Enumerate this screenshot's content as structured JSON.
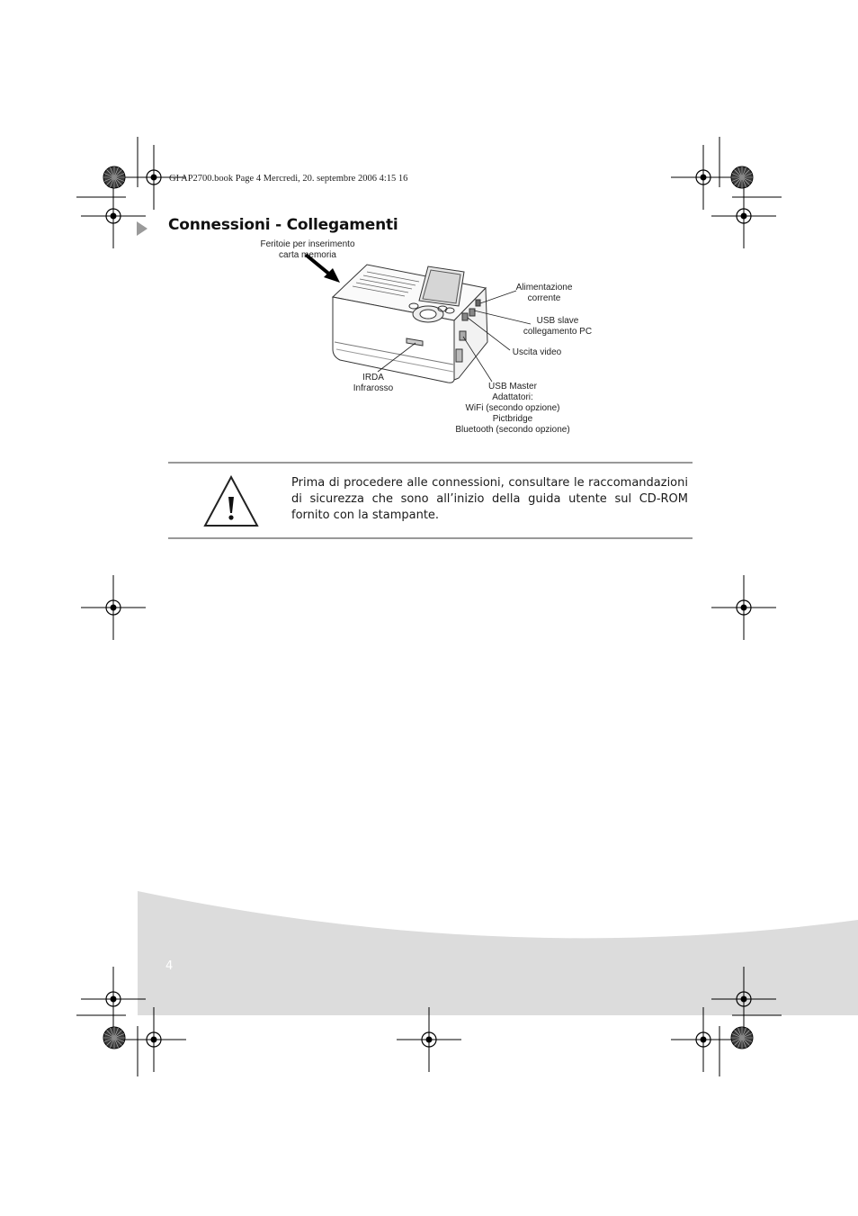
{
  "header": {
    "file_info": "GI AP2700.book  Page 4  Mercredi, 20. septembre 2006  4:15 16"
  },
  "section": {
    "title": "Connessioni - Collegamenti"
  },
  "diagram": {
    "labels": {
      "card_slots": [
        "Feritoie per inserimento",
        "carta memoria"
      ],
      "power": [
        "Alimentazione",
        "corrente"
      ],
      "usb_slave": [
        "USB slave",
        "collegamento PC"
      ],
      "video_out": [
        "Uscita video"
      ],
      "irda": [
        "IRDA",
        "Infrarosso"
      ],
      "usb_master": [
        "USB Master",
        "Adattatori:",
        "WiFi (secondo opzione)",
        "Pictbridge",
        "Bluetooth (secondo opzione)"
      ]
    }
  },
  "warning": {
    "icon": "warning-triangle-icon",
    "text": "Prima di procedere alle connessioni, consultare le raccomandazioni di sicurezza che sono all’inizio della guida utente sul CD-ROM fornito con la stampante."
  },
  "footer": {
    "page_number": "4",
    "band_color": "#dcdcdc"
  }
}
